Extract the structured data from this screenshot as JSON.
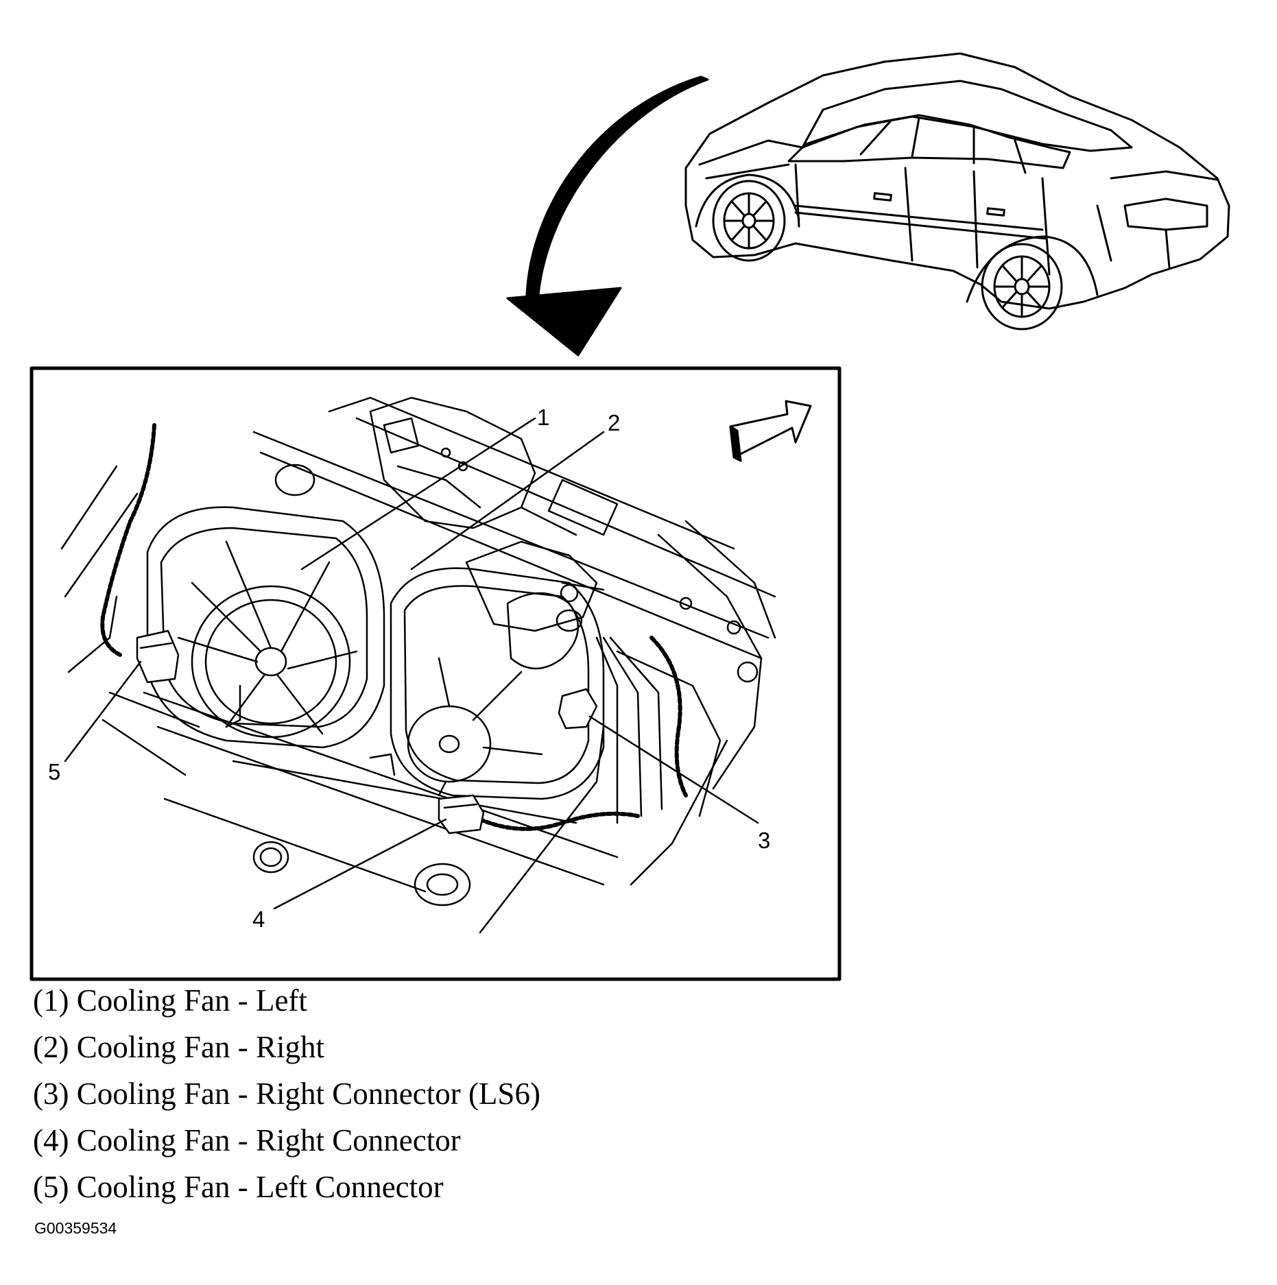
{
  "callouts": [
    "1",
    "2",
    "3",
    "4",
    "5"
  ],
  "legend": [
    "(1) Cooling Fan - Left",
    "(2) Cooling Fan - Right",
    "(3) Cooling Fan - Right Connector (LS6)",
    "(4) Cooling Fan - Right Connector",
    "(5) Cooling Fan - Left Connector"
  ],
  "figure_id": "G00359534",
  "icons": [
    "vehicle-overview-icon",
    "curved-view-arrow-icon",
    "forward-direction-arrow-icon"
  ],
  "line_color": "#000000",
  "background_color": "#ffffff"
}
